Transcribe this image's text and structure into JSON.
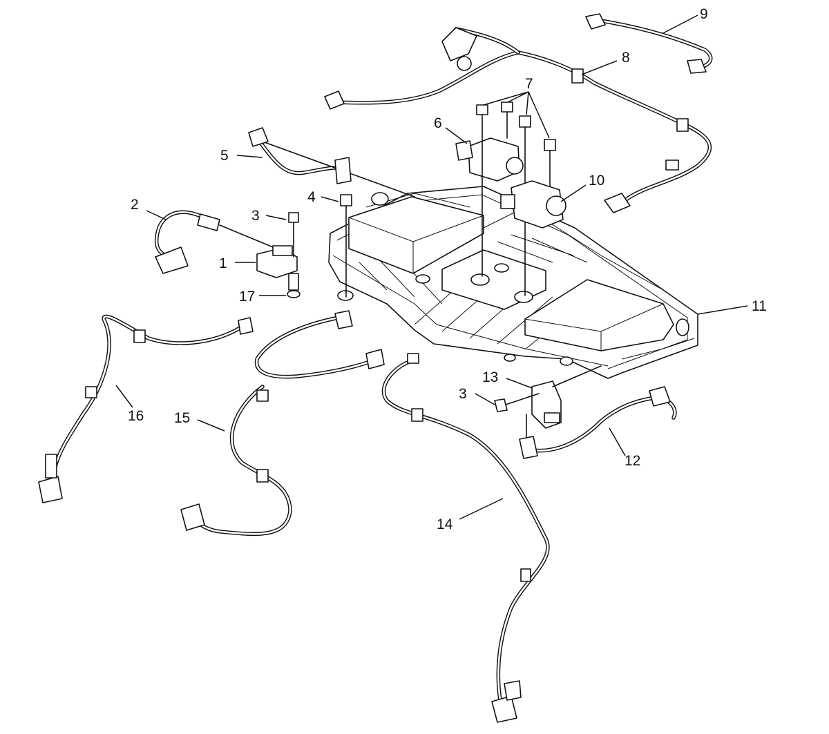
{
  "callouts": {
    "c1": "1",
    "c2": "2",
    "c3a": "3",
    "c3b": "3",
    "c4": "4",
    "c5": "5",
    "c6": "6",
    "c7": "7",
    "c8": "8",
    "c9": "9",
    "c10": "10",
    "c11": "11",
    "c12": "12",
    "c13": "13",
    "c14": "14",
    "c15": "15",
    "c16": "16",
    "c17": "17"
  }
}
